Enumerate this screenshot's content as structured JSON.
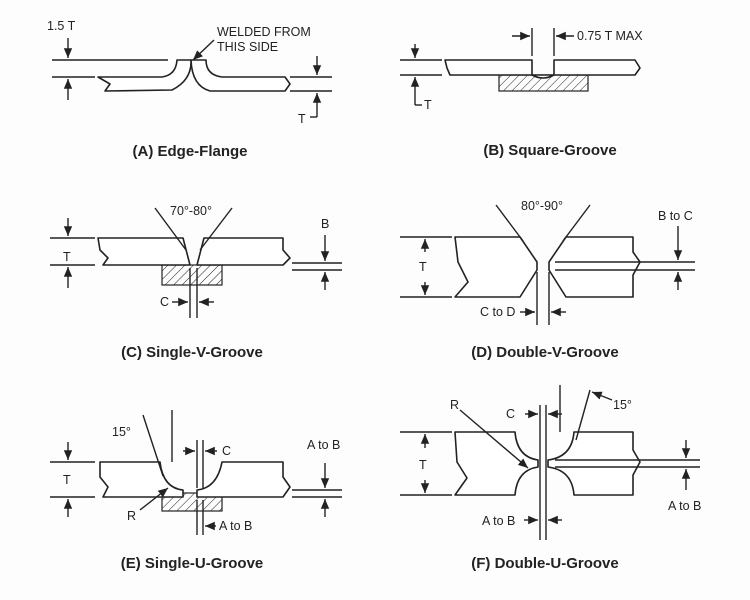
{
  "panels": {
    "a": {
      "title": "(A) Edge-Flange",
      "dim_top": "1.5 T",
      "note_line1": "WELDED FROM",
      "note_line2": "THIS SIDE",
      "dim_t": "T"
    },
    "b": {
      "title": "(B) Square-Groove",
      "gap": "0.75 T MAX",
      "dim_t": "T"
    },
    "c": {
      "title": "(C) Single-V-Groove",
      "angle": "70°-80°",
      "dim_b": "B",
      "dim_t": "T",
      "dim_c": "C"
    },
    "d": {
      "title": "(D) Double-V-Groove",
      "angle": "80°-90°",
      "dim_b": "B to C",
      "dim_t": "T",
      "dim_c": "C to D"
    },
    "e": {
      "title": "(E) Single-U-Groove",
      "angle": "15°",
      "dim_c": "C",
      "dim_a": "A to B",
      "dim_t": "T",
      "dim_r": "R",
      "dim_root": "A to B"
    },
    "f": {
      "title": "(F) Double-U-Groove",
      "dim_r": "R",
      "dim_c": "C",
      "angle": "15°",
      "dim_t": "T",
      "dim_a": "A to B",
      "dim_root": "A to B"
    }
  }
}
